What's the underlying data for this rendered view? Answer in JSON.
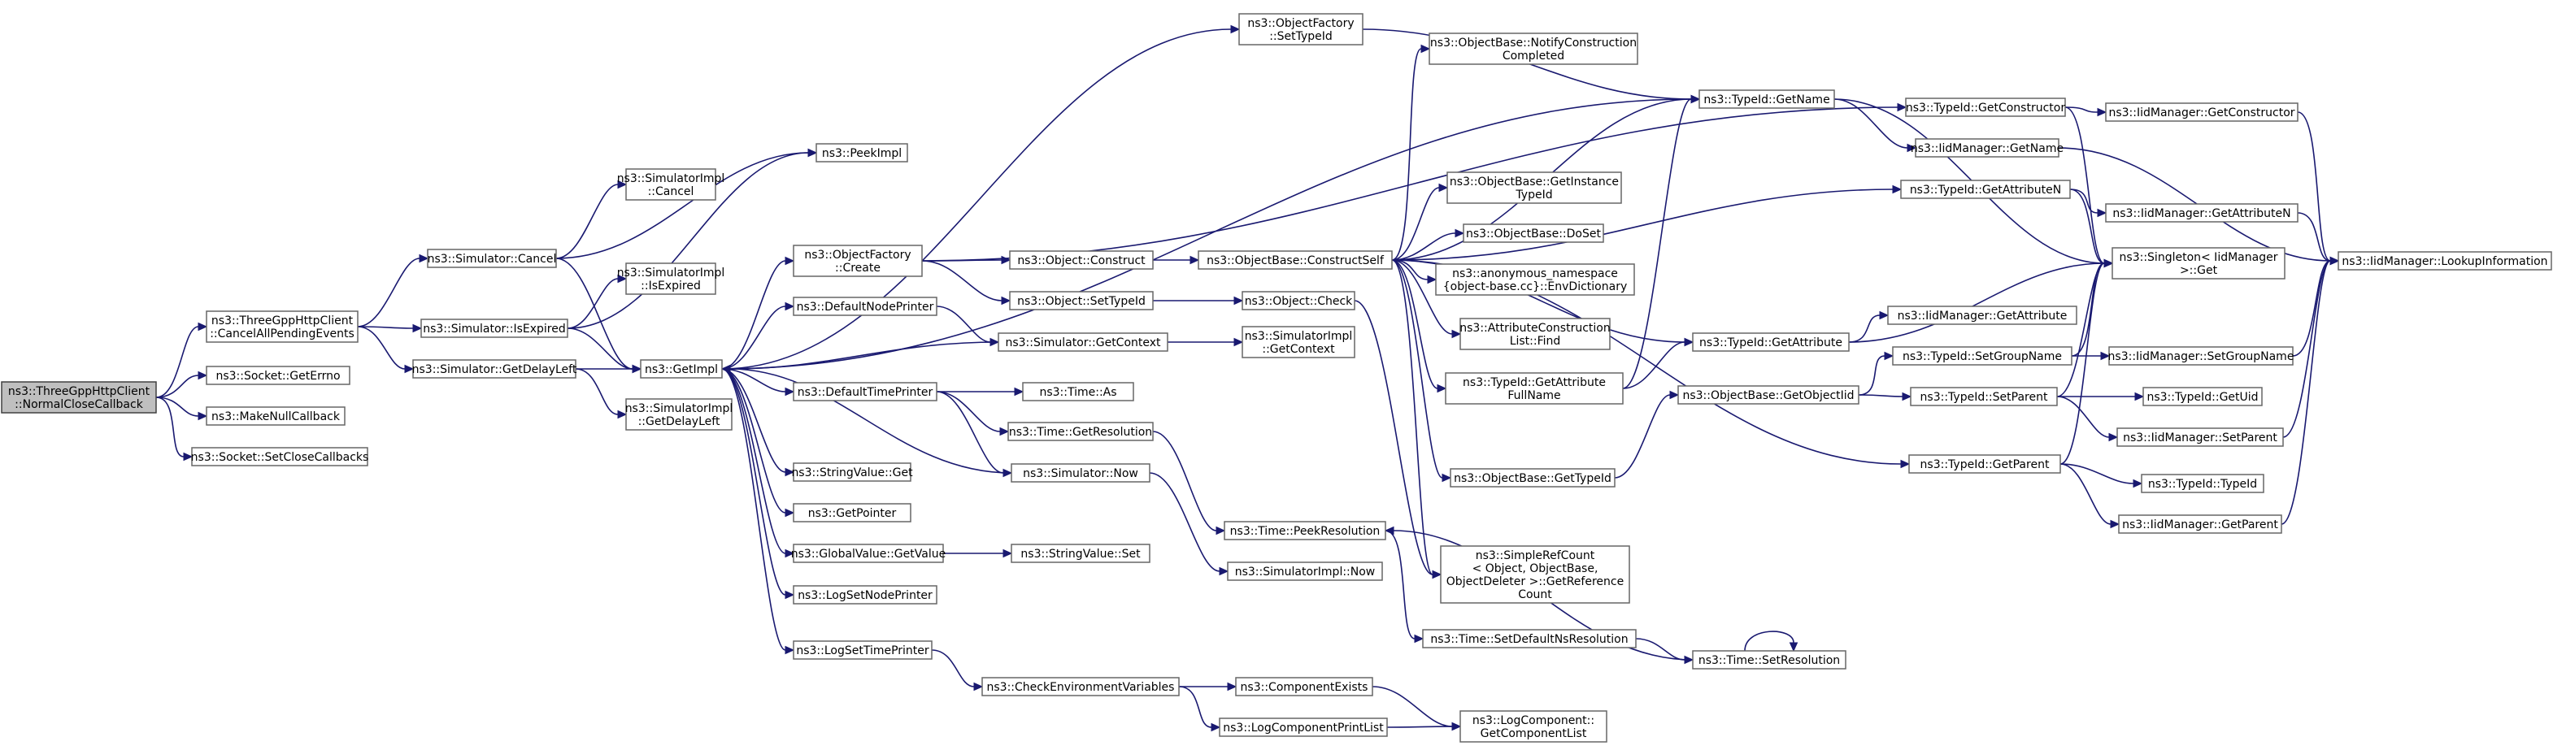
{
  "nodes": [
    {
      "id": "root",
      "lines": [
        "ns3::ThreeGppHttpClient",
        "::NormalCloseCallback"
      ],
      "root": true
    },
    {
      "id": "cancelAll",
      "lines": [
        "ns3::ThreeGppHttpClient",
        "::CancelAllPendingEvents"
      ]
    },
    {
      "id": "sockErrno",
      "lines": [
        "ns3::Socket::GetErrno"
      ]
    },
    {
      "id": "makeNull",
      "lines": [
        "ns3::MakeNullCallback"
      ]
    },
    {
      "id": "setClose",
      "lines": [
        "ns3::Socket::SetCloseCallbacks"
      ]
    },
    {
      "id": "simCancel",
      "lines": [
        "ns3::Simulator::Cancel"
      ]
    },
    {
      "id": "simIsExpired",
      "lines": [
        "ns3::Simulator::IsExpired"
      ]
    },
    {
      "id": "simDelayLeft",
      "lines": [
        "ns3::Simulator::GetDelayLeft"
      ]
    },
    {
      "id": "implCancel",
      "lines": [
        "ns3::SimulatorImpl",
        "::Cancel"
      ]
    },
    {
      "id": "implIsExpired",
      "lines": [
        "ns3::SimulatorImpl",
        "::IsExpired"
      ]
    },
    {
      "id": "implDelayLeft",
      "lines": [
        "ns3::SimulatorImpl",
        "::GetDelayLeft"
      ]
    },
    {
      "id": "peekImpl",
      "lines": [
        "ns3::PeekImpl"
      ]
    },
    {
      "id": "getImpl",
      "lines": [
        "ns3::GetImpl"
      ]
    },
    {
      "id": "ofCreate",
      "lines": [
        "ns3::ObjectFactory",
        "::Create"
      ]
    },
    {
      "id": "defNodePrinter",
      "lines": [
        "ns3::DefaultNodePrinter"
      ]
    },
    {
      "id": "defTimePrinter",
      "lines": [
        "ns3::DefaultTimePrinter"
      ]
    },
    {
      "id": "strGet",
      "lines": [
        "ns3::StringValue::Get"
      ]
    },
    {
      "id": "getPointer",
      "lines": [
        "ns3::GetPointer"
      ]
    },
    {
      "id": "gvGetValue",
      "lines": [
        "ns3::GlobalValue::GetValue"
      ]
    },
    {
      "id": "logSetNode",
      "lines": [
        "ns3::LogSetNodePrinter"
      ]
    },
    {
      "id": "logSetTime",
      "lines": [
        "ns3::LogSetTimePrinter"
      ]
    },
    {
      "id": "ofSetTypeId",
      "lines": [
        "ns3::ObjectFactory",
        "::SetTypeId"
      ]
    },
    {
      "id": "objConstruct",
      "lines": [
        "ns3::Object::Construct"
      ]
    },
    {
      "id": "objSetTypeId",
      "lines": [
        "ns3::Object::SetTypeId"
      ]
    },
    {
      "id": "simGetContext",
      "lines": [
        "ns3::Simulator::GetContext"
      ]
    },
    {
      "id": "timeAs",
      "lines": [
        "ns3::Time::As"
      ]
    },
    {
      "id": "timeGetRes",
      "lines": [
        "ns3::Time::GetResolution"
      ]
    },
    {
      "id": "simNow",
      "lines": [
        "ns3::Simulator::Now"
      ]
    },
    {
      "id": "strSet",
      "lines": [
        "ns3::StringValue::Set"
      ]
    },
    {
      "id": "checkEnv",
      "lines": [
        "ns3::CheckEnvironmentVariables"
      ]
    },
    {
      "id": "obConstructSelf",
      "lines": [
        "ns3::ObjectBase::ConstructSelf"
      ]
    },
    {
      "id": "objCheck",
      "lines": [
        "ns3::Object::Check"
      ]
    },
    {
      "id": "implGetContext",
      "lines": [
        "ns3::SimulatorImpl",
        "::GetContext"
      ]
    },
    {
      "id": "timePeekRes",
      "lines": [
        "ns3::Time::PeekResolution"
      ]
    },
    {
      "id": "implNow",
      "lines": [
        "ns3::SimulatorImpl::Now"
      ]
    },
    {
      "id": "compExists",
      "lines": [
        "ns3::ComponentExists"
      ]
    },
    {
      "id": "logCompPrint",
      "lines": [
        "ns3::LogComponentPrintList"
      ]
    },
    {
      "id": "obNotify",
      "lines": [
        "ns3::ObjectBase::NotifyConstruction",
        "Completed"
      ]
    },
    {
      "id": "obGetInstance",
      "lines": [
        "ns3::ObjectBase::GetInstance",
        "TypeId"
      ]
    },
    {
      "id": "obDoSet",
      "lines": [
        "ns3::ObjectBase::DoSet"
      ]
    },
    {
      "id": "anonEnv",
      "lines": [
        "ns3::anonymous_namespace",
        "{object-base.cc}::EnvDictionary"
      ]
    },
    {
      "id": "attrFind",
      "lines": [
        "ns3::AttributeConstruction",
        "List::Find"
      ]
    },
    {
      "id": "tidGetAttrFull",
      "lines": [
        "ns3::TypeId::GetAttribute",
        "FullName"
      ]
    },
    {
      "id": "obGetTypeId",
      "lines": [
        "ns3::ObjectBase::GetTypeId"
      ]
    },
    {
      "id": "simpleRef",
      "lines": [
        "ns3::SimpleRefCount",
        "< Object, ObjectBase,",
        "ObjectDeleter >::GetReference",
        "Count"
      ]
    },
    {
      "id": "timeSetDefault",
      "lines": [
        "ns3::Time::SetDefaultNsResolution"
      ]
    },
    {
      "id": "logCompGetList",
      "lines": [
        "ns3::LogComponent::",
        "GetComponentList"
      ]
    },
    {
      "id": "tidGetName",
      "lines": [
        "ns3::TypeId::GetName"
      ]
    },
    {
      "id": "tidGetAttribute",
      "lines": [
        "ns3::TypeId::GetAttribute"
      ]
    },
    {
      "id": "obGetObjectIid",
      "lines": [
        "ns3::ObjectBase::GetObjectIid"
      ]
    },
    {
      "id": "timeSetRes",
      "lines": [
        "ns3::Time::SetResolution"
      ]
    },
    {
      "id": "tidGetConstructor",
      "lines": [
        "ns3::TypeId::GetConstructor"
      ]
    },
    {
      "id": "iidGetName",
      "lines": [
        "ns3::IidManager::GetName"
      ]
    },
    {
      "id": "tidGetAttributeN",
      "lines": [
        "ns3::TypeId::GetAttributeN"
      ]
    },
    {
      "id": "iidGetAttribute",
      "lines": [
        "ns3::IidManager::GetAttribute"
      ]
    },
    {
      "id": "tidSetGroupName",
      "lines": [
        "ns3::TypeId::SetGroupName"
      ]
    },
    {
      "id": "tidSetParent",
      "lines": [
        "ns3::TypeId::SetParent"
      ]
    },
    {
      "id": "tidGetParent",
      "lines": [
        "ns3::TypeId::GetParent"
      ]
    },
    {
      "id": "iidGetConstructor",
      "lines": [
        "ns3::IidManager::GetConstructor"
      ]
    },
    {
      "id": "iidGetAttributeN",
      "lines": [
        "ns3::IidManager::GetAttributeN"
      ]
    },
    {
      "id": "singletonGet",
      "lines": [
        "ns3::Singleton< IidManager",
        ">::Get"
      ]
    },
    {
      "id": "iidSetGroupName",
      "lines": [
        "ns3::IidManager::SetGroupName"
      ]
    },
    {
      "id": "tidGetUid",
      "lines": [
        "ns3::TypeId::GetUid"
      ]
    },
    {
      "id": "iidSetParent",
      "lines": [
        "ns3::IidManager::SetParent"
      ]
    },
    {
      "id": "tidTypeId",
      "lines": [
        "ns3::TypeId::TypeId"
      ]
    },
    {
      "id": "iidGetParent",
      "lines": [
        "ns3::IidManager::GetParent"
      ]
    },
    {
      "id": "iidLookup",
      "lines": [
        "ns3::IidManager::LookupInformation"
      ]
    }
  ],
  "edges": [
    [
      "root",
      "cancelAll"
    ],
    [
      "root",
      "sockErrno"
    ],
    [
      "root",
      "makeNull"
    ],
    [
      "root",
      "setClose"
    ],
    [
      "cancelAll",
      "simCancel"
    ],
    [
      "cancelAll",
      "simIsExpired"
    ],
    [
      "cancelAll",
      "simDelayLeft"
    ],
    [
      "simCancel",
      "implCancel"
    ],
    [
      "simCancel",
      "peekImpl"
    ],
    [
      "simCancel",
      "getImpl"
    ],
    [
      "simIsExpired",
      "implIsExpired"
    ],
    [
      "simIsExpired",
      "peekImpl"
    ],
    [
      "simIsExpired",
      "getImpl"
    ],
    [
      "simDelayLeft",
      "getImpl"
    ],
    [
      "simDelayLeft",
      "implDelayLeft"
    ],
    [
      "getImpl",
      "ofCreate"
    ],
    [
      "getImpl",
      "defNodePrinter"
    ],
    [
      "getImpl",
      "defTimePrinter"
    ],
    [
      "getImpl",
      "strGet"
    ],
    [
      "getImpl",
      "getPointer"
    ],
    [
      "getImpl",
      "gvGetValue"
    ],
    [
      "getImpl",
      "logSetNode"
    ],
    [
      "getImpl",
      "logSetTime"
    ],
    [
      "getImpl",
      "ofSetTypeId"
    ],
    [
      "getImpl",
      "tidGetName"
    ],
    [
      "simGetContext",
      "getImpl"
    ],
    [
      "simNow",
      "getImpl"
    ],
    [
      "ofCreate",
      "objConstruct"
    ],
    [
      "ofCreate",
      "objSetTypeId"
    ],
    [
      "ofCreate",
      "tidGetConstructor"
    ],
    [
      "ofSetTypeId",
      "tidGetName"
    ],
    [
      "defNodePrinter",
      "simGetContext"
    ],
    [
      "defTimePrinter",
      "timeAs"
    ],
    [
      "defTimePrinter",
      "timeGetRes"
    ],
    [
      "defTimePrinter",
      "simNow"
    ],
    [
      "gvGetValue",
      "strSet"
    ],
    [
      "logSetTime",
      "checkEnv"
    ],
    [
      "objConstruct",
      "obConstructSelf"
    ],
    [
      "objSetTypeId",
      "objCheck"
    ],
    [
      "simGetContext",
      "implGetContext"
    ],
    [
      "timeGetRes",
      "timePeekRes"
    ],
    [
      "simNow",
      "implNow"
    ],
    [
      "checkEnv",
      "compExists"
    ],
    [
      "checkEnv",
      "logCompPrint"
    ],
    [
      "compExists",
      "logCompGetList"
    ],
    [
      "logCompPrint",
      "logCompGetList"
    ],
    [
      "obConstructSelf",
      "obNotify"
    ],
    [
      "obConstructSelf",
      "tidGetName"
    ],
    [
      "obConstructSelf",
      "obGetInstance"
    ],
    [
      "obConstructSelf",
      "obDoSet"
    ],
    [
      "obConstructSelf",
      "anonEnv"
    ],
    [
      "obConstructSelf",
      "attrFind"
    ],
    [
      "obConstructSelf",
      "tidGetAttrFull"
    ],
    [
      "obConstructSelf",
      "obGetTypeId"
    ],
    [
      "obConstructSelf",
      "simpleRef"
    ],
    [
      "obConstructSelf",
      "tidGetAttribute"
    ],
    [
      "obConstructSelf",
      "tidGetAttributeN"
    ],
    [
      "obConstructSelf",
      "tidGetParent"
    ],
    [
      "objCheck",
      "simpleRef"
    ],
    [
      "tidGetAttrFull",
      "tidGetName"
    ],
    [
      "tidGetAttrFull",
      "tidGetAttribute"
    ],
    [
      "obGetTypeId",
      "obGetObjectIid"
    ],
    [
      "timeSetDefault",
      "timeSetRes"
    ],
    [
      "timeSetRes",
      "timeSetRes"
    ],
    [
      "timeSetRes",
      "timePeekRes"
    ],
    [
      "timePeekRes",
      "timeSetDefault"
    ],
    [
      "tidGetName",
      "iidGetName"
    ],
    [
      "tidGetName",
      "singletonGet"
    ],
    [
      "tidGetAttribute",
      "iidGetAttribute"
    ],
    [
      "tidGetAttribute",
      "singletonGet"
    ],
    [
      "obGetObjectIid",
      "tidSetGroupName"
    ],
    [
      "obGetObjectIid",
      "tidSetParent"
    ],
    [
      "tidGetConstructor",
      "iidGetConstructor"
    ],
    [
      "tidGetConstructor",
      "singletonGet"
    ],
    [
      "iidGetName",
      "iidLookup"
    ],
    [
      "tidGetAttributeN",
      "iidGetAttributeN"
    ],
    [
      "tidGetAttributeN",
      "singletonGet"
    ],
    [
      "tidSetGroupName",
      "iidSetGroupName"
    ],
    [
      "tidSetGroupName",
      "singletonGet"
    ],
    [
      "tidSetParent",
      "tidGetUid"
    ],
    [
      "tidSetParent",
      "iidSetParent"
    ],
    [
      "tidSetParent",
      "singletonGet"
    ],
    [
      "tidGetParent",
      "tidTypeId"
    ],
    [
      "tidGetParent",
      "iidGetParent"
    ],
    [
      "tidGetParent",
      "singletonGet"
    ],
    [
      "iidGetConstructor",
      "iidLookup"
    ],
    [
      "iidGetAttributeN",
      "iidLookup"
    ],
    [
      "iidSetGroupName",
      "iidLookup"
    ],
    [
      "iidSetParent",
      "iidLookup"
    ],
    [
      "iidGetParent",
      "iidLookup"
    ]
  ]
}
